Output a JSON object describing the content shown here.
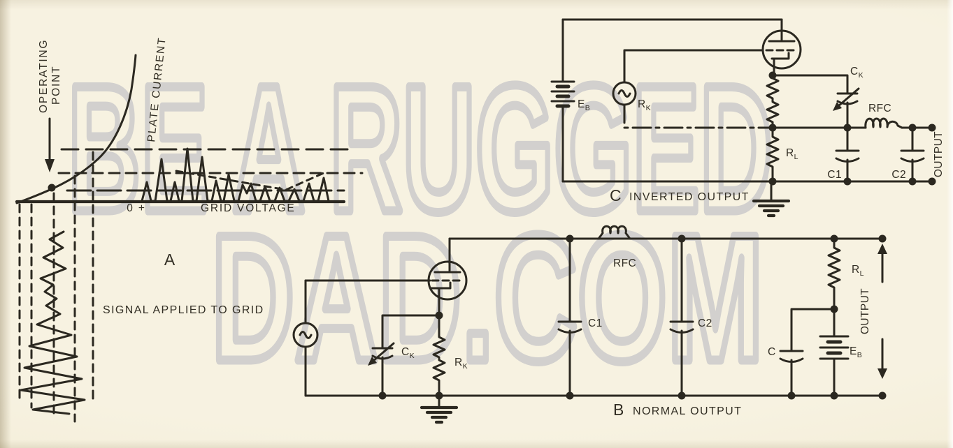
{
  "watermark": {
    "line1": "BE A RUGGED",
    "line2": "DAD.COM",
    "color": "#c4c4c7"
  },
  "panel_a": {
    "operating_point_line1": "OPERATING",
    "operating_point_line2": "POINT",
    "y_axis_label": "PLATE CURRENT",
    "origin_label": "0 +",
    "x_axis_label": "GRID VOLTAGE",
    "panel_letter": "A",
    "caption": "SIGNAL APPLIED TO GRID"
  },
  "circuit_c": {
    "panel_letter": "C",
    "caption": "INVERTED OUTPUT",
    "battery_label": {
      "main": "E",
      "sub": "B"
    },
    "cathode_resistor_label": {
      "main": "R",
      "sub": "K"
    },
    "load_resistor_label": {
      "main": "R",
      "sub": "L"
    },
    "cathode_capacitor_label": {
      "main": "C",
      "sub": "K"
    },
    "rfc_label": "RFC",
    "c1_label": "C1",
    "c2_label": "C2",
    "output_label": "OUTPUT"
  },
  "circuit_b": {
    "panel_letter": "B",
    "caption": "NORMAL OUTPUT",
    "cathode_capacitor_label": {
      "main": "C",
      "sub": "K"
    },
    "cathode_resistor_label": {
      "main": "R",
      "sub": "K"
    },
    "rfc_label": "RFC",
    "c1_label": "C1",
    "c2_label": "C2",
    "bypass_capacitor_label": "C",
    "load_resistor_label": {
      "main": "R",
      "sub": "L"
    },
    "battery_label": {
      "main": "E",
      "sub": "B"
    },
    "output_label": "OUTPUT"
  },
  "colors": {
    "paper": "#f5efdb",
    "ink": "#2b2820",
    "watermark": "#c4c4c7"
  }
}
